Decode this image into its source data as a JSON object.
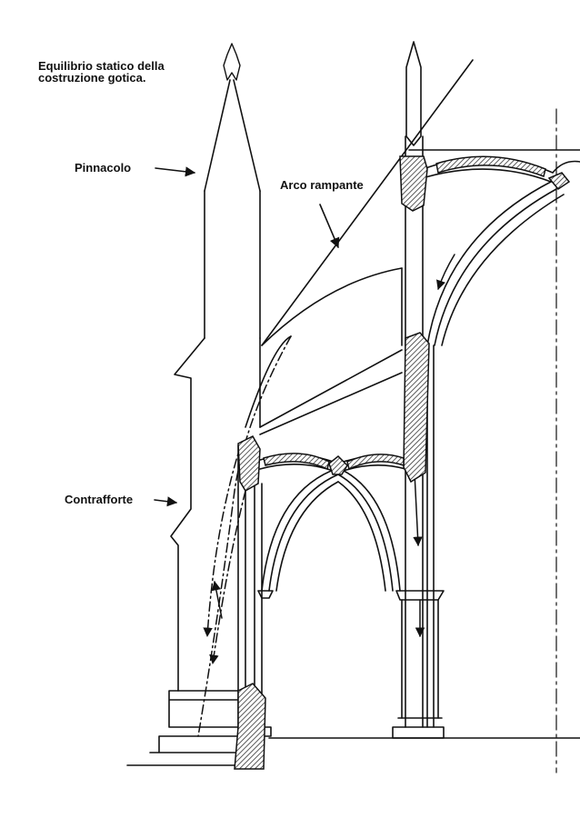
{
  "caption": {
    "line1": "Equilibrio statico della",
    "line2": "costruzione gotica."
  },
  "labels": {
    "pinnacolo": "Pinnacolo",
    "arco_rampante": "Arco rampante",
    "contrafforte": "Contrafforte"
  },
  "colors": {
    "ink": "#111111",
    "hatch": "#333333",
    "paper": "#ffffff"
  }
}
